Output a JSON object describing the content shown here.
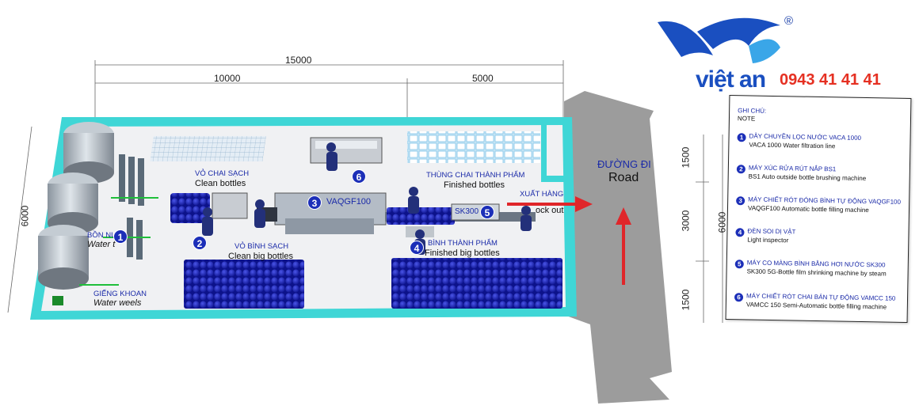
{
  "brand": {
    "name": "việt an",
    "phone": "0943 41 41 41",
    "registered": "®"
  },
  "dimensions": {
    "total_length": "15000",
    "left_section": "10000",
    "right_section": "5000",
    "width_left": "6000",
    "right_top": "1500",
    "right_middle": "3000",
    "right_bottom": "1500",
    "right_total": "6000"
  },
  "areas": {
    "tank_vn": "BỒN NƯ",
    "tank_en": "Water t",
    "well_vn": "GIẾNG KHOAN",
    "well_en": "Water weels",
    "clean_bottles_vn": "VỎ CHAI SẠCH",
    "clean_bottles_en": "Clean bottles",
    "clean_big_vn": "VỎ BÌNH SẠCH",
    "clean_big_en": "Clean big bottles",
    "finished_bottles_vn": "THÙNG CHAI THÀNH PHẨM",
    "finished_bottles_en": "Finished bottles",
    "finished_big_vn": "BÌNH THÀNH PHẨM",
    "finished_big_en": "Finished big bottles",
    "stockout_vn": "XUẤT HÀNG",
    "stockout_en": "ock out",
    "machine_vaqgf": "VAQGF100",
    "machine_sk": "SK300"
  },
  "markers": [
    "1",
    "2",
    "3",
    "4",
    "5",
    "6"
  ],
  "road": {
    "vn": "ĐƯỜNG ĐI",
    "en": "Road"
  },
  "legend": {
    "heading_vn": "GHI CHÚ:",
    "heading_en": "NOTE",
    "items": [
      {
        "num": "1",
        "vn": "DÂY CHUYỀN LỌC NƯỚC VACA 1000",
        "en": "VACA 1000 Water filtration line"
      },
      {
        "num": "2",
        "vn": "MÁY XÚC RỬA RÚT NẮP BS1",
        "en": "BS1 Auto outside bottle brushing machine"
      },
      {
        "num": "3",
        "vn": "MÁY CHIẾT RÓT ĐÓNG BÌNH TỰ ĐỘNG VAQGF100",
        "en": "VAQGF100  Automatic bottle filling machine"
      },
      {
        "num": "4",
        "vn": "ĐÈN SOI DỊ VẬT",
        "en": "Light inspector"
      },
      {
        "num": "5",
        "vn": "MÁY CO MÀNG BÌNH BẰNG HƠI NƯỚC SK300",
        "en": "SK300 5G-Bottle film shrinking machine by steam"
      },
      {
        "num": "6",
        "vn": "MÁY CHIẾT RÓT CHAI BÁN TỰ ĐỘNG VAMCC 150",
        "en": "VAMCC 150 Semi-Automatic bottle filling machine"
      }
    ]
  },
  "colors": {
    "wall": "#3fd6d6",
    "floor": "#f2f2f2",
    "road": "#9c9c9c",
    "bottle": "#1c24b8",
    "brand_blue": "#1a4fc0",
    "phone_red": "#e53022",
    "arrow": "#e0262a"
  }
}
